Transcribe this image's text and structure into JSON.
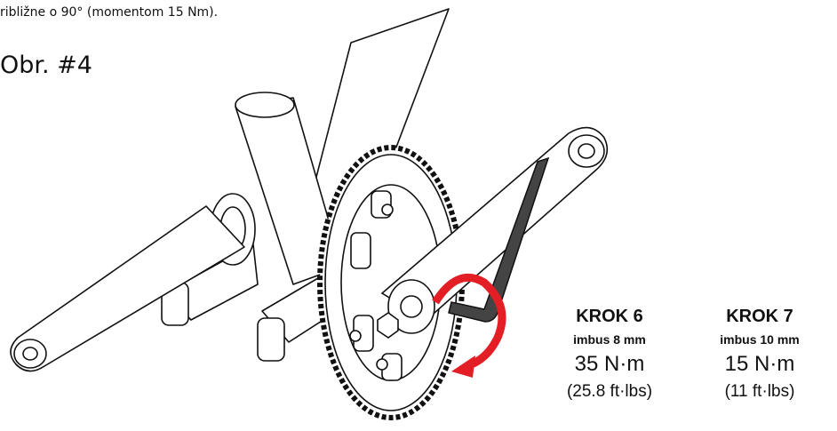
{
  "top_text": "ribližne o 90° (momentom 15 Nm).",
  "figure_label": "Obr. #4",
  "steps": [
    {
      "title": "KROK 6",
      "tool": "imbus 8 mm",
      "torque": "35 N·m",
      "imperial": "(25.8 ft·lbs)"
    },
    {
      "title": "KROK 7",
      "tool": "imbus 10 mm",
      "torque": "15 N·m",
      "imperial": "(11 ft·lbs)"
    }
  ],
  "colors": {
    "arrow": "#e31e24",
    "line": "#111111",
    "wrench": "#444444"
  }
}
